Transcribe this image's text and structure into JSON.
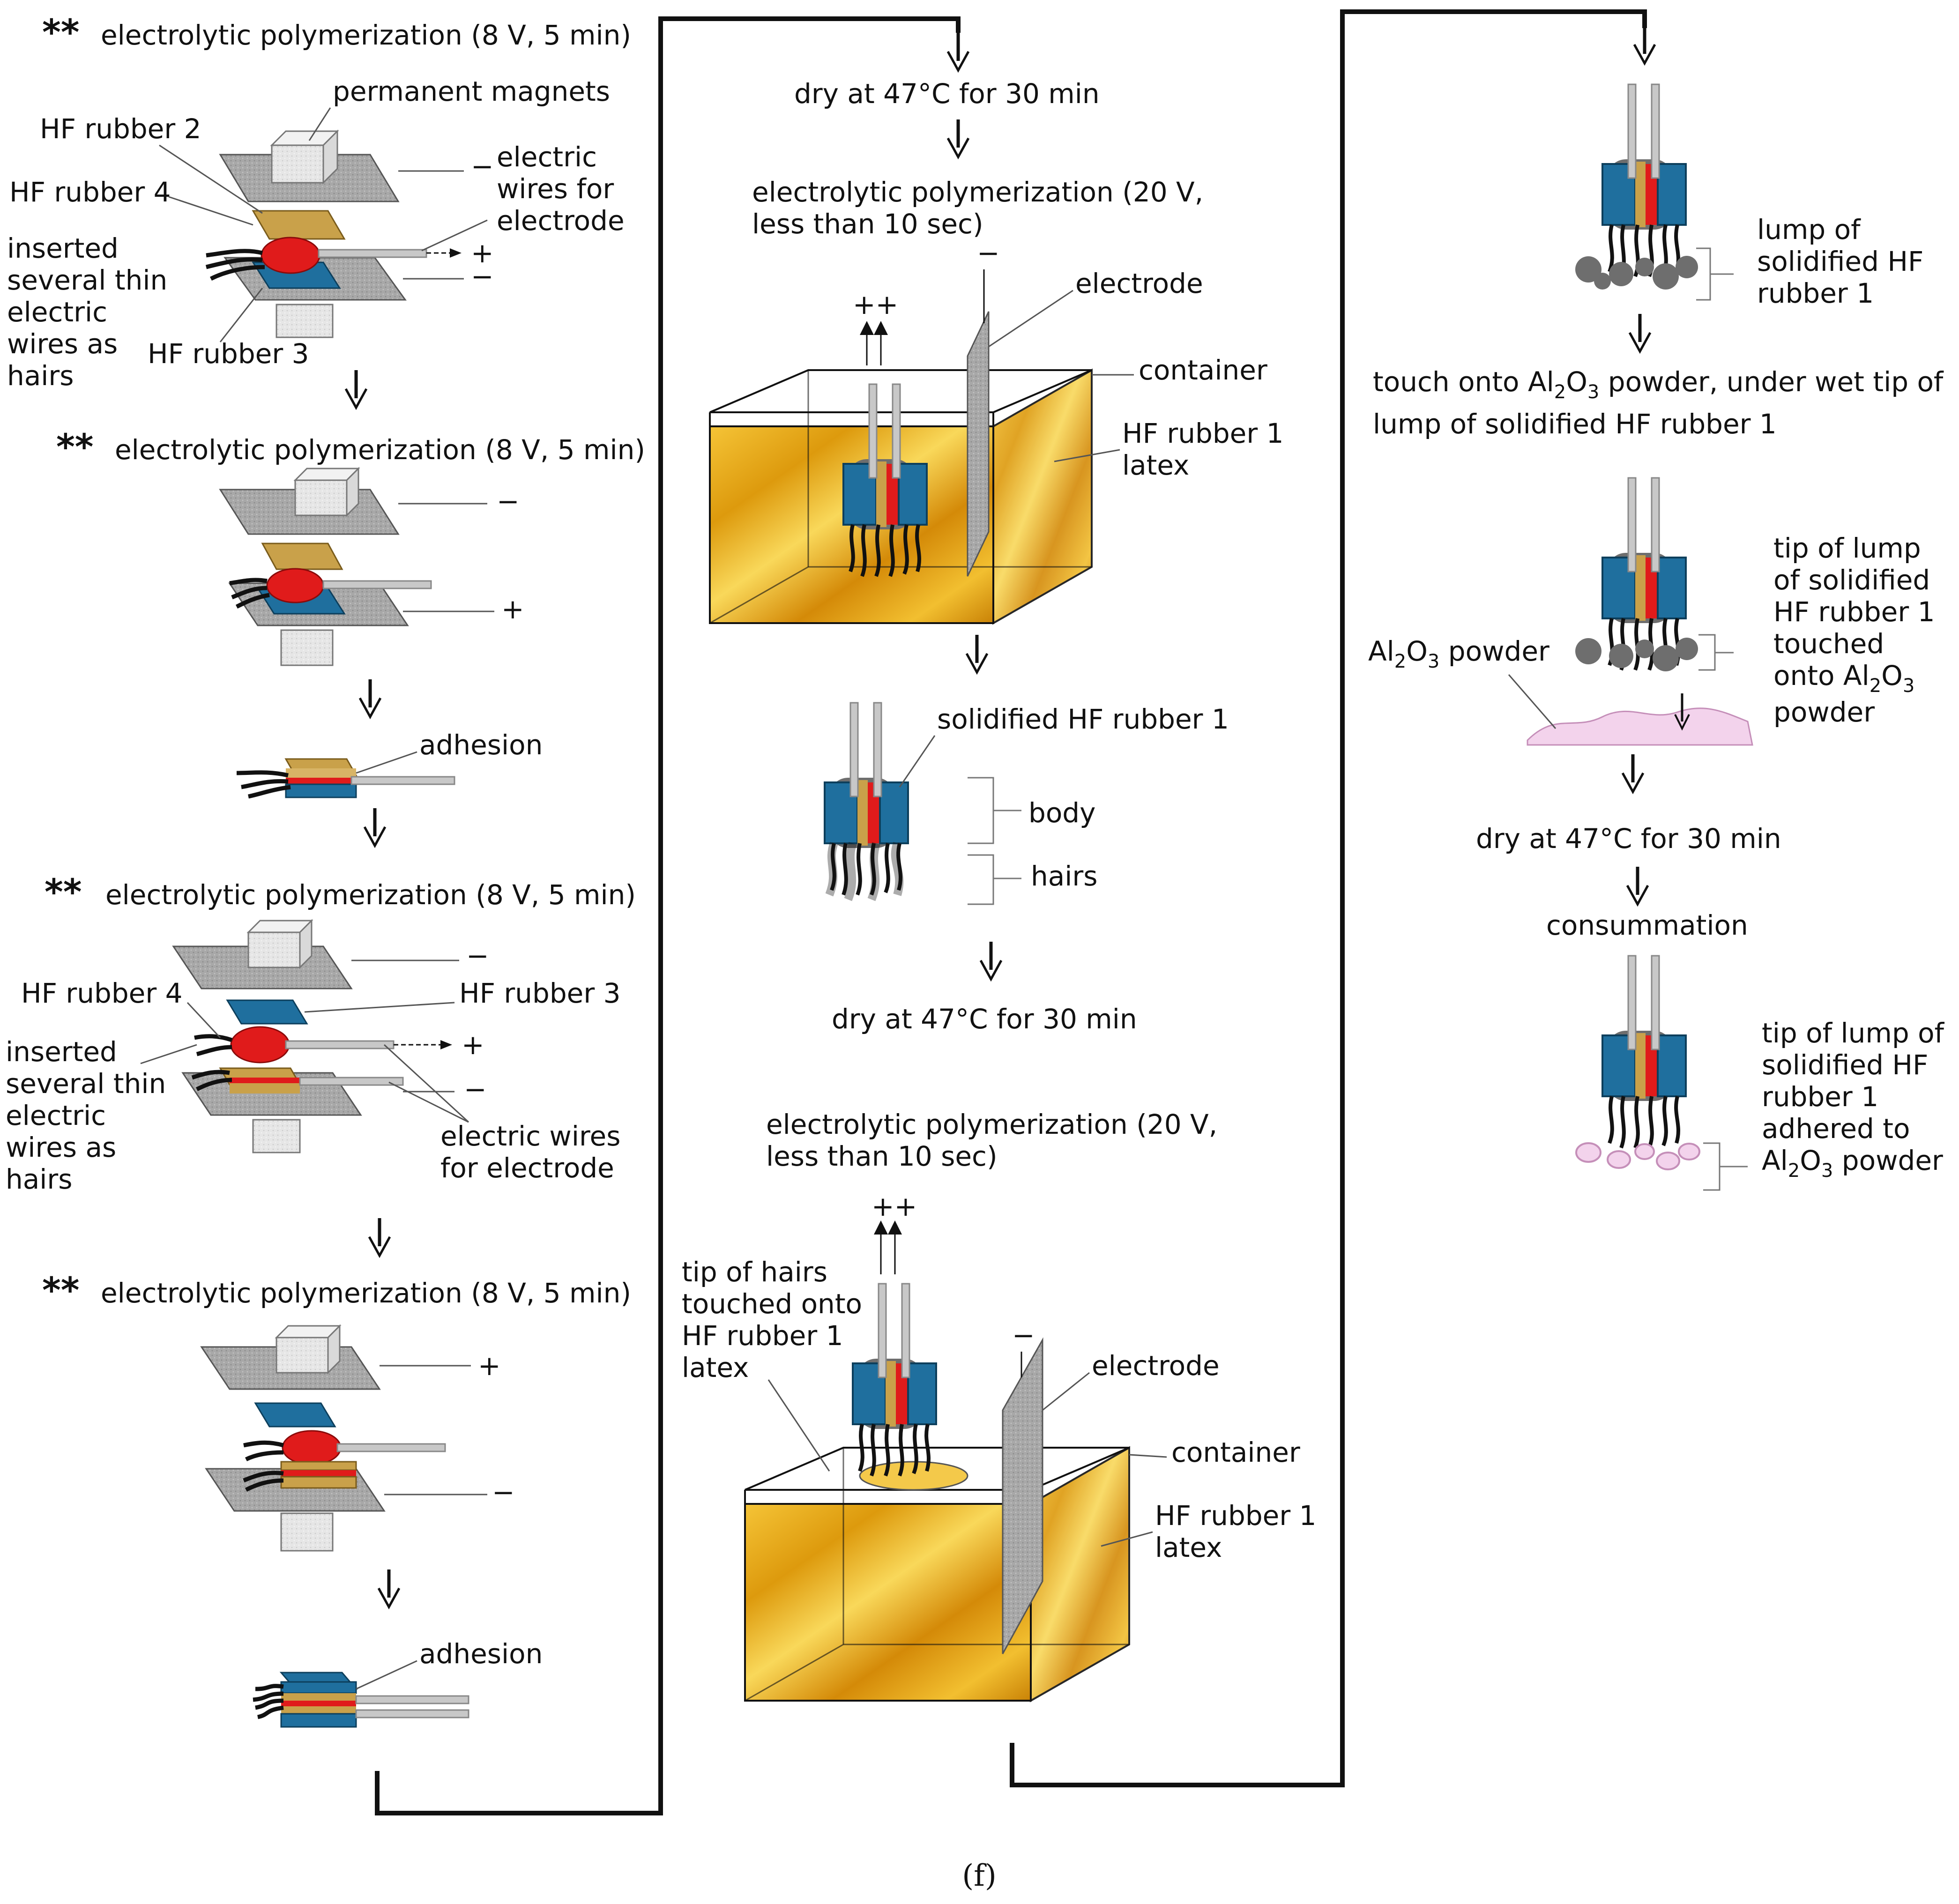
{
  "caption": "(f)",
  "colors": {
    "latex_gold": "#e8a412",
    "latex_light": "#f7d04a",
    "rubber_blue": "#1f6f9e",
    "rubber_tan": "#c9a14a",
    "red_ball": "#e01b1b",
    "lump_gray": "#6e6e6e",
    "plate_gray": "#a6a6a6",
    "powder_pink": "#f3d3ec"
  },
  "column1": {
    "step1_title": "electrolytic polymerization (8 V, 5 min)",
    "permanent_magnets": "permanent magnets",
    "hf_rubber_2": "HF rubber 2",
    "hf_rubber_4": "HF rubber 4",
    "inserted_wires": [
      "inserted",
      "several thin",
      "electric",
      "wires as",
      "hairs"
    ],
    "hf_rubber_3": "HF rubber 3",
    "electric_wires": [
      "electric",
      "wires for",
      "electrode"
    ],
    "minus": "−",
    "plus": "+",
    "step2_title": "electrolytic polymerization (8 V, 5 min)",
    "adhesion1": "adhesion",
    "step3_title": "electrolytic polymerization (8 V, 5 min)",
    "hf_rubber_4b": "HF rubber 4",
    "hf_rubber_3b": "HF rubber 3",
    "inserted_wires_b": [
      "inserted",
      "several thin",
      "electric",
      "wires as",
      "hairs"
    ],
    "electric_wires_b": [
      "electric wires",
      "for electrode"
    ],
    "step4_title": "electrolytic polymerization (8 V, 5 min)",
    "adhesion2": "adhesion",
    "asterisks": "**"
  },
  "column2": {
    "dry1": "dry at 47°C for 30 min",
    "ep1": [
      "electrolytic polymerization (20 V,",
      "less than 10 sec)"
    ],
    "electrode": "electrode",
    "container": "container",
    "latex": [
      "HF rubber 1",
      "latex"
    ],
    "plusplus": "++",
    "minus": "−",
    "solidified": "solidified HF rubber 1",
    "body": "body",
    "hairs": "hairs",
    "dry2": "dry at 47°C for 30 min",
    "ep2": [
      "electrolytic polymerization (20 V,",
      "less than 10 sec)"
    ],
    "tip_hairs": [
      "tip of hairs",
      "touched onto",
      "HF rubber 1",
      "latex"
    ],
    "electrode2": "electrode",
    "container2": "container",
    "latex2": [
      "HF rubber 1",
      "latex"
    ]
  },
  "column3": {
    "lump": [
      "lump of",
      "solidified HF",
      "rubber 1"
    ],
    "touch": [
      "touch onto Al",
      "2",
      "O",
      "3",
      " powder, under wet tip of",
      "lump of solidified HF rubber 1"
    ],
    "tip_touched": [
      "tip of lump",
      "of solidified",
      "HF rubber 1",
      "touched",
      "onto Al",
      "2",
      "O",
      "3",
      "powder"
    ],
    "al_powder": [
      "Al",
      "2",
      "O",
      "3",
      " powder"
    ],
    "dry3": "dry at 47°C for 30 min",
    "consummation": "consummation",
    "tip_adhered": [
      "tip of lump of",
      "solidified HF",
      "rubber 1",
      "adhered to",
      "Al",
      "2",
      "O",
      "3",
      " powder"
    ]
  }
}
